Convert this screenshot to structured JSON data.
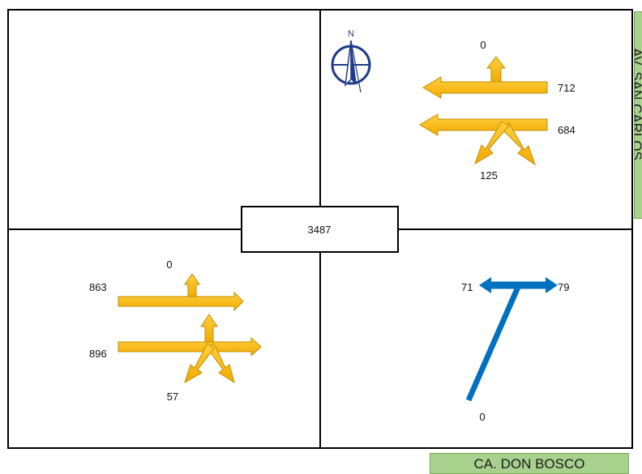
{
  "center_total": "3487",
  "north_arrow_letter": "N",
  "streets": {
    "bottom": "CA. DON BOSCO",
    "right": "AV. SAN CARLOS"
  },
  "ne_group": {
    "top_value": "0",
    "upper_value": "712",
    "lower_value": "684",
    "bottom_value": "125"
  },
  "sw_group": {
    "top_value": "0",
    "upper_value": "863",
    "lower_value": "896",
    "bottom_value": "57"
  },
  "se_group": {
    "left_value": "71",
    "right_value": "79",
    "bottom_value": "0"
  },
  "colors": {
    "main_flow": "#f5b800",
    "main_flow_outline": "#bf8f00",
    "minor_flow": "#0070c0",
    "street_fill": "#a9d18e",
    "compass": "#1f3c88"
  }
}
